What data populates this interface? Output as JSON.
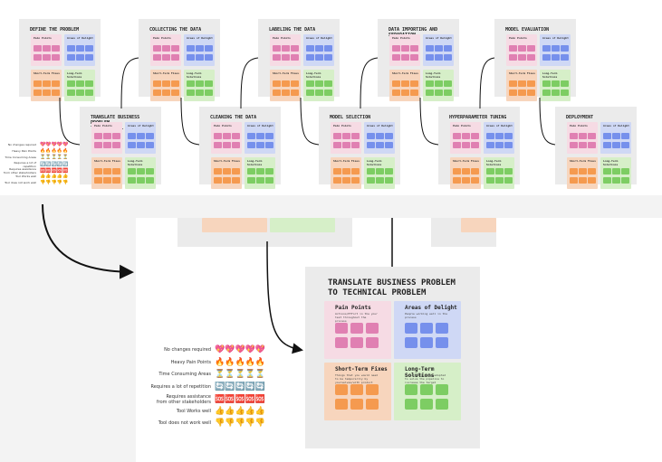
{
  "stages": [
    {
      "id": "define",
      "title": "DEFINE THE PROBLEM"
    },
    {
      "id": "translate",
      "title": "TRANSLATE BUSINESS PROBLEM\nTO TECHNICAL PROBLEM"
    },
    {
      "id": "collect",
      "title": "COLLECTING THE DATA"
    },
    {
      "id": "clean",
      "title": "CLEANING THE DATA"
    },
    {
      "id": "label",
      "title": "LABELING THE DATA"
    },
    {
      "id": "model-selection",
      "title": "MODEL SELECTION"
    },
    {
      "id": "import",
      "title": "DATA IMPORTING AND\nSEPARATION"
    },
    {
      "id": "hyper",
      "title": "HYPERPARAMETER TUNING"
    },
    {
      "id": "eval",
      "title": "MODEL EVALUATION"
    },
    {
      "id": "deploy",
      "title": "DEPLOYMENT"
    }
  ],
  "quadrants": {
    "pain": {
      "title": "Pain Points",
      "subtitle": "Actions/Effort in the your test throughout the process"
    },
    "delight": {
      "title": "Areas of Delight",
      "subtitle": "People working well in the process"
    },
    "short": {
      "title": "Short-Term Fixes",
      "subtitle": "Things that you would need to be temporarily by yourselves/with product"
    },
    "long": {
      "title": "Long-Term Solutions",
      "subtitle": "Prototyping being adopted to solve the pipeline to increase the target"
    }
  },
  "focus": {
    "title": "TRANSLATE BUSINESS PROBLEM\nTO TECHNICAL PROBLEM"
  },
  "legend": [
    {
      "label": "No changes required",
      "icon": "heart-icon",
      "glyph": "💖"
    },
    {
      "label": "Heavy Pain Points",
      "icon": "fire-icon",
      "glyph": "🔥"
    },
    {
      "label": "Time Consuming Areas",
      "icon": "hourglass-icon",
      "glyph": "⏳"
    },
    {
      "label": "Requires a lot of repetition",
      "icon": "repeat-icon",
      "glyph": "🔄"
    },
    {
      "label": "Requires assistance\nfrom other stakeholders",
      "icon": "alert-icon",
      "glyph": "🆘"
    },
    {
      "label": "Tool Works well",
      "icon": "thumbs-up-icon",
      "glyph": "👍"
    },
    {
      "label": "Tool does not work well",
      "icon": "thumbs-down-icon",
      "glyph": "👎"
    }
  ],
  "colors": {
    "pink": "#e080b2",
    "blue": "#7690ec",
    "orange": "#f59a4f",
    "green": "#7dcd63",
    "frame": "#ebebeb"
  }
}
